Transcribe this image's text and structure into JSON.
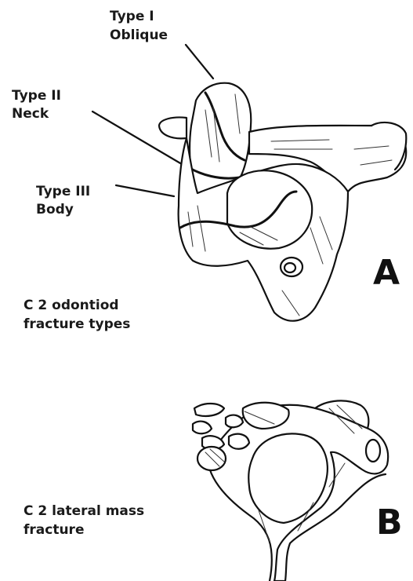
{
  "panel_a": {
    "type1_line1": "Type I",
    "type1_line2": "Oblique",
    "type2_line1": "Type II",
    "type2_line2": "Neck",
    "type3_line1": "Type III",
    "type3_line2": "Body",
    "caption_line1": "C 2 odontiod",
    "caption_line2": "fracture types",
    "panel_letter": "A"
  },
  "panel_b": {
    "caption_line1": "C 2 lateral mass",
    "caption_line2": "fracture",
    "panel_letter": "B"
  }
}
